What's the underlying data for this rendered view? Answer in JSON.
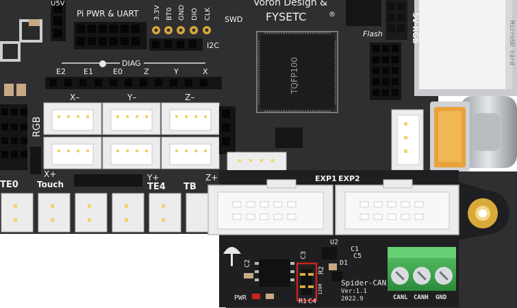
{
  "board": {
    "top_title_partial": "Voron Design &",
    "brand": "FYSETC",
    "brand_mark": "®",
    "chip_label": "TQFP100",
    "flash_label": "Flash",
    "header_5v_rgb": "5V-RGB",
    "sd_label": "MicroSD card",
    "u5v_label": "U5V",
    "pi_label": "Pi PWR & UART",
    "swd_label": "SWD",
    "i2c_label": "I2C",
    "diag_label": "DIAG",
    "swd_pins": [
      "3.3V",
      "BT0",
      "GND",
      "DIO",
      "CLK"
    ],
    "diag_axes": [
      "E2",
      "E1",
      "E0",
      "Z",
      "Y",
      "X"
    ],
    "motor_labels": [
      "X–",
      "Y–",
      "Z–"
    ],
    "rgb_label": "RGB",
    "lower_labels": {
      "te0": "TE0",
      "touch": "Touch",
      "xplus": "X+",
      "yplus": "Y+",
      "te4": "TE4",
      "tb": "TB",
      "zplus": "Z+"
    }
  },
  "module": {
    "exp1": "EXP1",
    "exp2": "EXP2",
    "name": "Spider-CAN",
    "version": "Ver:1.1",
    "date": "2022.9",
    "pwr": "PWR",
    "res_label": "120R",
    "ref": {
      "u2": "U2",
      "c1": "C1",
      "c5": "C5",
      "d1": "D1",
      "c2": "C2",
      "c3": "C3",
      "r2": "R2",
      "r1": "R1",
      "c4": "C4"
    },
    "terminal_labels": [
      "CANL",
      "CANH",
      "GND"
    ]
  },
  "colors": {
    "pcb": "#2e2e30",
    "pcb_dark": "#1f1f21",
    "connector": "#ececec",
    "terminal_green": "#3fae4f",
    "usb_orange": "#e8a23a",
    "gold": "#d9a93a",
    "red_marker": "#c9251d"
  }
}
